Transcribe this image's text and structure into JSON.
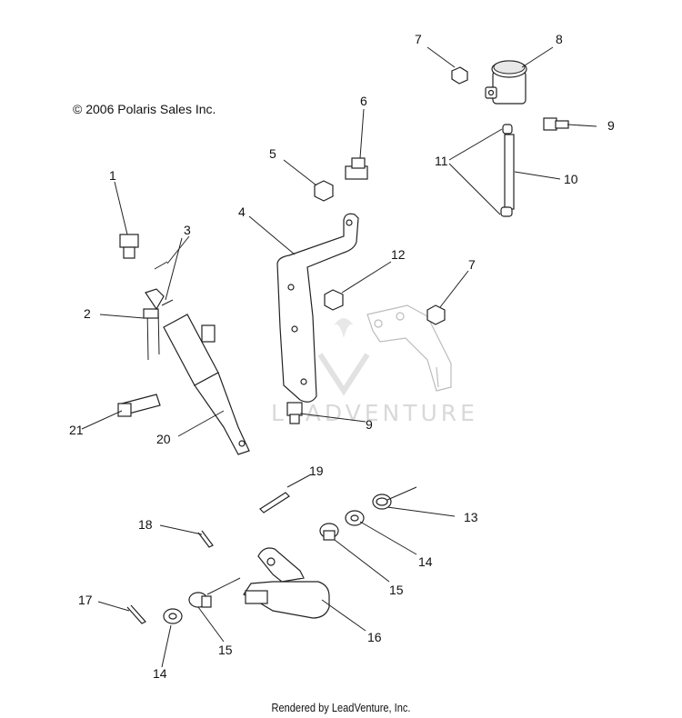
{
  "copyright": "© 2006 Polaris Sales Inc.",
  "footer": "Rendered by LeadVenture, Inc.",
  "watermark": "LEADVENTURE",
  "callouts": [
    "1",
    "2",
    "3",
    "4",
    "5",
    "6",
    "7",
    "7",
    "8",
    "9",
    "9",
    "10",
    "11",
    "12",
    "13",
    "14",
    "14",
    "15",
    "15",
    "16",
    "17",
    "18",
    "19",
    "20",
    "21"
  ]
}
